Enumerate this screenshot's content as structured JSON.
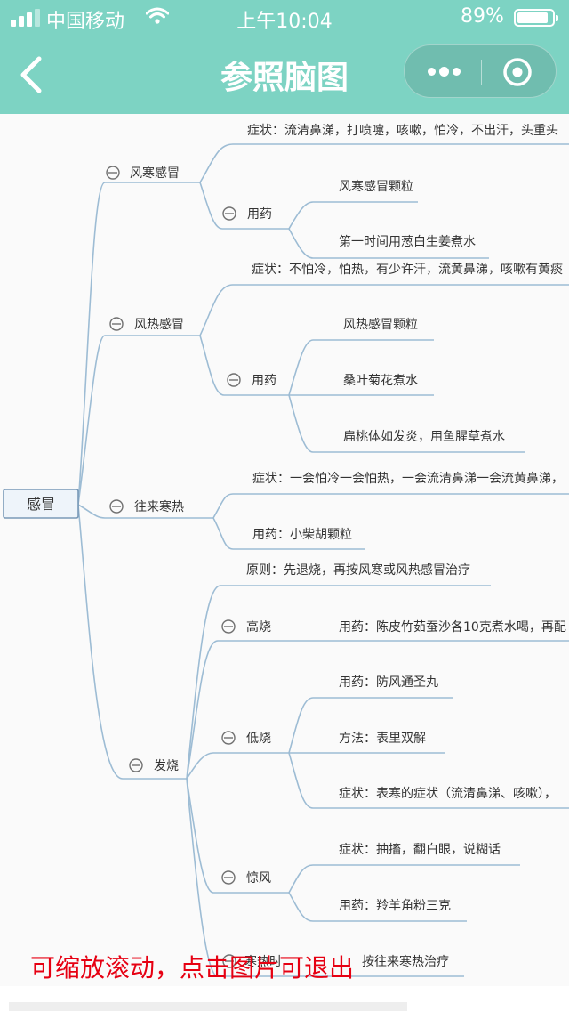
{
  "status_bar": {
    "carrier": "中国移动",
    "time": "上午10:04",
    "battery_percent": "89%",
    "battery_level": 0.89
  },
  "nav": {
    "title": "参照脑图",
    "back_icon": "chevron-left-icon",
    "more_icon": "more-dots-icon",
    "close_icon": "target-circle-icon"
  },
  "colors": {
    "header": "#7dd3c3",
    "line": "#9dbcd4",
    "hint": "#e60012"
  },
  "mindmap": {
    "root": "感冒",
    "n1": {
      "title": "风寒感冒",
      "symptom": "症状：流清鼻涕，打喷嚏，咳嗽，怕冷，不出汗，头重头",
      "med_title": "用药",
      "med1": "风寒感冒颗粒",
      "med2": "第一时间用葱白生姜煮水"
    },
    "n2": {
      "title": "风热感冒",
      "symptom": "症状：不怕冷，怕热，有少许汗，流黄鼻涕，咳嗽有黄痰",
      "med_title": "用药",
      "med1": "风热感冒颗粒",
      "med2": "桑叶菊花煮水",
      "med3": "扁桃体如发炎，用鱼腥草煮水"
    },
    "n3": {
      "title": "往来寒热",
      "symptom": "症状：一会怕冷一会怕热，一会流清鼻涕一会流黄鼻涕，",
      "med": "用药：小柴胡颗粒"
    },
    "n4": {
      "title": "发烧",
      "principle": "原则：先退烧，再按风寒或风热感冒治疗",
      "high": {
        "title": "高烧",
        "med": "用药：陈皮竹茹蚕沙各10克煮水喝，再配"
      },
      "low": {
        "title": "低烧",
        "med": "用药：防风通圣丸",
        "method": "方法：表里双解",
        "symptom": "症状：表寒的症状（流清鼻涕、咳嗽），"
      },
      "convulsion": {
        "title": "惊风",
        "symptom": "症状：抽搐，翻白眼，说糊话",
        "med": "用药：羚羊角粉三克"
      },
      "alt": {
        "title": "寒热时",
        "text": "按往来寒热治疗"
      }
    }
  },
  "hint": "可缩放滚动，点击图片可退出"
}
